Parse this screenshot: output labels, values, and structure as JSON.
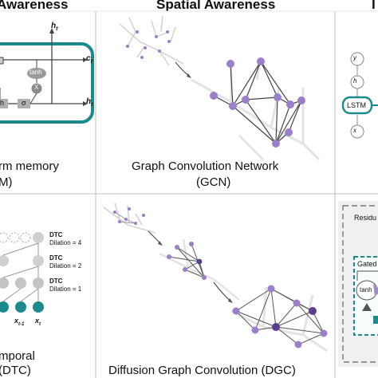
{
  "headers": {
    "left_partial": "Awareness",
    "center": "Spatial Awareness",
    "right_partial": "I"
  },
  "captions": {
    "top_left_line1": "rm memory",
    "top_left_line2": "M)",
    "top_center_line1": "Graph Convolution Network",
    "top_center_line2": "(GCN)",
    "bottom_left": "mporal",
    "bottom_left_line2": "(DTC)",
    "bottom_center": "Diffusion Graph Convolution (DGC)"
  },
  "lstm_cell": {
    "h_top": "h",
    "h_top_sub": "t",
    "c_out": "c",
    "c_out_sub": "t",
    "h_out": "h",
    "h_out_sub": "t",
    "tanh": "tanh",
    "mult": "X",
    "sigma": "σ",
    "h_box": "h"
  },
  "dtc": {
    "labels": [
      {
        "title": "DTC",
        "dilation": "Dilation = 4"
      },
      {
        "title": "DTC",
        "dilation": "Dilation = 2"
      },
      {
        "title": "DTC",
        "dilation": "Dilation = 1"
      }
    ],
    "x_labels": [
      "x",
      "x"
    ],
    "x_subs": [
      "t-1",
      "t"
    ]
  },
  "right_panel": {
    "y": "y",
    "h": "h",
    "x": "x",
    "lstm": "LSTM",
    "residual": "Residu",
    "gated": "Gated",
    "tanh": "tanh"
  },
  "colors": {
    "teal": "#1a8a8a",
    "node_purple": "#9b7fc9",
    "node_dark_purple": "#5b3d8f",
    "dtc_gray": "#c8c8c8",
    "divider": "#bbbbbb"
  }
}
